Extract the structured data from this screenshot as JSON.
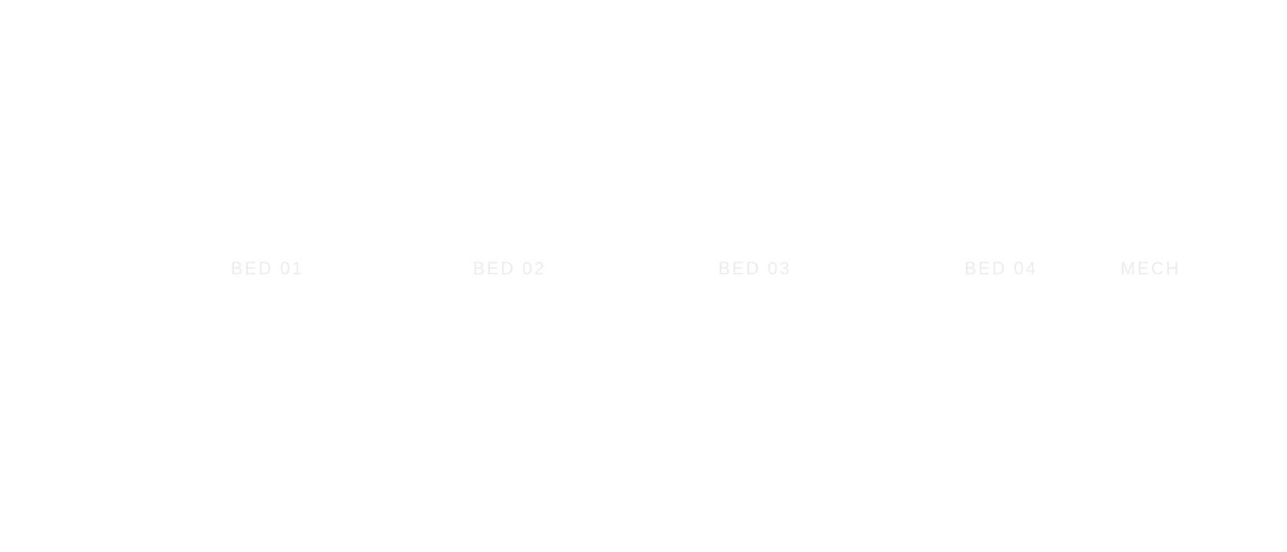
{
  "colors": {
    "background": "#ffffff",
    "label_text": "#ececec"
  },
  "rooms": [
    {
      "label": "BED 01"
    },
    {
      "label": "BED 02"
    },
    {
      "label": "BED 03"
    },
    {
      "label": "BED 04"
    },
    {
      "label": "MECH"
    }
  ]
}
